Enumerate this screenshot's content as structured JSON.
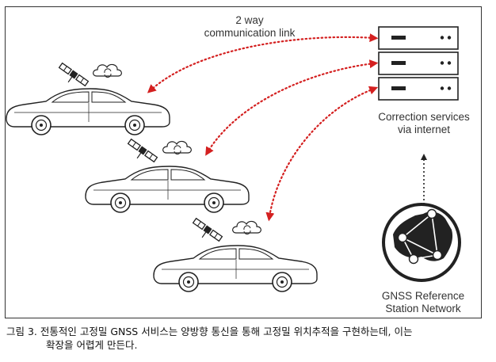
{
  "link_label": {
    "line1": "2 way",
    "line2": "communication link"
  },
  "server_label": {
    "line1": "Correction services",
    "line2": "via internet"
  },
  "network_label": {
    "line1": "GNSS Reference",
    "line2": "Station Network"
  },
  "caption": {
    "line1": "그림 3. 전통적인 고정밀 GNSS 서비스는 양방향 통신을 통해 고정밀 위치추적을 구현하는데, 이는",
    "line2": "확장을 어렵게 만든다."
  },
  "icons": [
    "satellite-icon",
    "cloud-sync-icon",
    "car-icon",
    "server-rack-icon",
    "station-network-globe-icon"
  ],
  "colors": {
    "arrow": "#d42020",
    "ink": "#222222"
  }
}
